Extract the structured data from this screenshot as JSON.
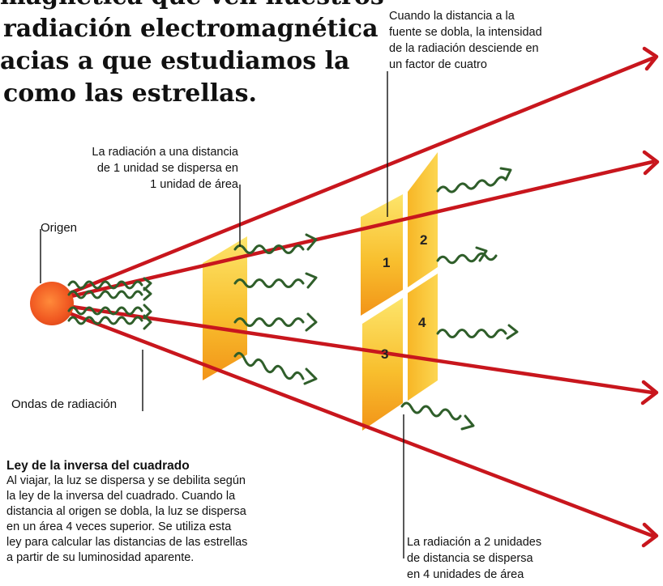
{
  "headline": {
    "lines": [
      "magnética que ven nuestros",
      "radiación electromagnética",
      "acias a que estudiamos la",
      "como las estrellas."
    ]
  },
  "annotations": {
    "distance_doubling": [
      "Cuando la distancia a la",
      "fuente se dobla, la intensidad",
      "de la radiación desciende en",
      "un factor de cuatro"
    ],
    "unit_one": [
      "La radiación a una distancia",
      "de 1 unidad se dispersa en",
      "1 unidad de área"
    ],
    "origin": "Origen",
    "waves": "Ondas de radiación",
    "unit_two": [
      "La radiación a 2 unidades",
      "de distancia se dispersa",
      "en 4 unidades de área"
    ]
  },
  "square_numbers": [
    "1",
    "2",
    "3",
    "4"
  ],
  "law": {
    "title": "Ley de la inversa del cuadrado",
    "lines": [
      "Al viajar, la luz se dispersa y se debilita según",
      "la ley de la inversa del cuadrado. Cuando la",
      "distancia al origen se dobla, la luz se dispersa",
      "en un área 4 veces superior. Se utiliza esta",
      "ley para calcular las distancias de las estrellas",
      "a partir de su luminosidad aparente."
    ]
  },
  "colors": {
    "ray": "#c8161d",
    "wave": "#2f5e2a",
    "sun": "#f15a22",
    "panel_light": "#fde56b",
    "panel_dark": "#f3a21c"
  }
}
